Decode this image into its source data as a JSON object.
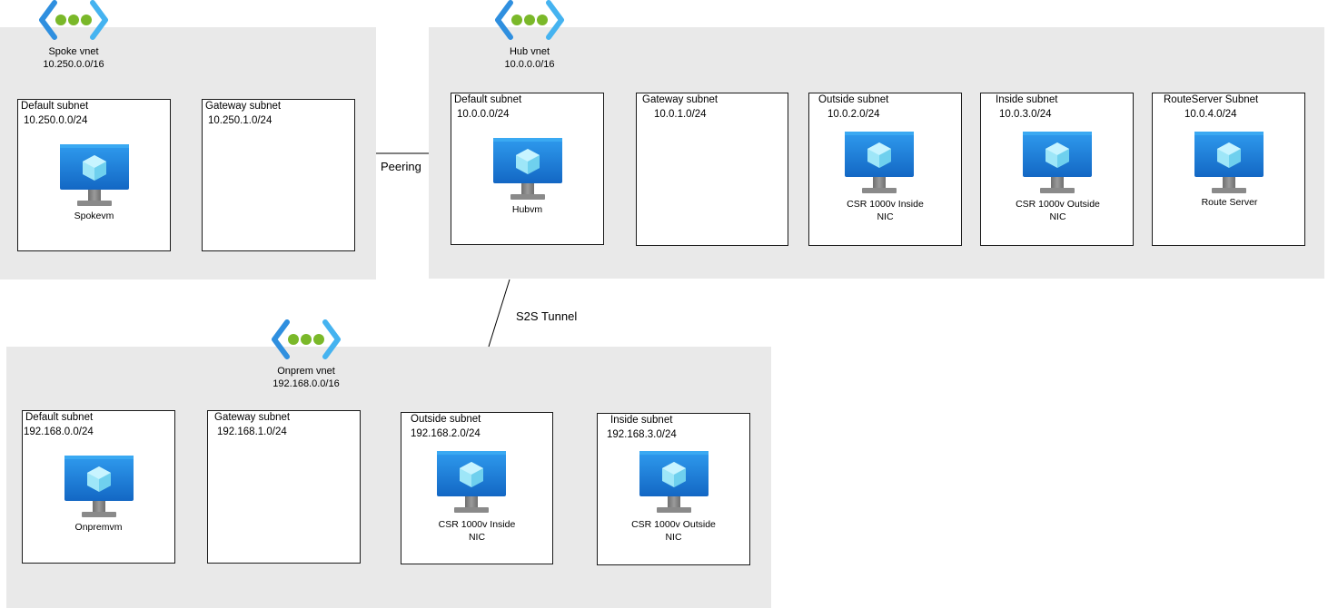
{
  "spoke": {
    "vnet_name": "Spoke vnet",
    "vnet_cidr": "10.250.0.0/16",
    "default_subnet": {
      "name": "Default subnet",
      "cidr": "10.250.0.0/24",
      "vm": "Spokevm"
    },
    "gateway_subnet": {
      "name": "Gateway subnet",
      "cidr": "10.250.1.0/24"
    }
  },
  "hub": {
    "vnet_name": "Hub vnet",
    "vnet_cidr": "10.0.0.0/16",
    "default_subnet": {
      "name": "Default subnet",
      "cidr": "10.0.0.0/24",
      "vm": "Hubvm"
    },
    "gateway_subnet": {
      "name": "Gateway subnet",
      "cidr": "10.0.1.0/24"
    },
    "outside_subnet": {
      "name": "Outside subnet",
      "cidr": "10.0.2.0/24",
      "vm_line1": "CSR 1000v Inside",
      "vm_line2": "NIC"
    },
    "inside_subnet": {
      "name": "Inside subnet",
      "cidr": "10.0.3.0/24",
      "vm_line1": "CSR 1000v Outside",
      "vm_line2": "NIC"
    },
    "routeserver_subnet": {
      "name": "RouteServer Subnet",
      "cidr": "10.0.4.0/24",
      "vm": "Route Server"
    }
  },
  "onprem": {
    "vnet_name": "Onprem vnet",
    "vnet_cidr": "192.168.0.0/16",
    "default_subnet": {
      "name": "Default subnet",
      "cidr": "192.168.0.0/24",
      "vm": "Onpremvm"
    },
    "gateway_subnet": {
      "name": "Gateway subnet",
      "cidr": "192.168.1.0/24"
    },
    "outside_subnet": {
      "name": "Outside subnet",
      "cidr": "192.168.2.0/24",
      "vm_line1": "CSR 1000v Inside",
      "vm_line2": "NIC"
    },
    "inside_subnet": {
      "name": "Inside subnet",
      "cidr": "192.168.3.0/24",
      "vm_line1": "CSR 1000v Outside",
      "vm_line2": "NIC"
    }
  },
  "connections": {
    "peering": "Peering",
    "s2s": "S2S Tunnel"
  },
  "icons": {
    "vnet": "virtual-network-icon",
    "vm": "virtual-machine-icon"
  },
  "colors": {
    "vnet_background": "#e9e9e9",
    "vnet_bracket": "#2f8fdf",
    "vnet_dots": "#7ab829",
    "monitor": "#1a7fd8",
    "cube": "#9ee6f8"
  }
}
